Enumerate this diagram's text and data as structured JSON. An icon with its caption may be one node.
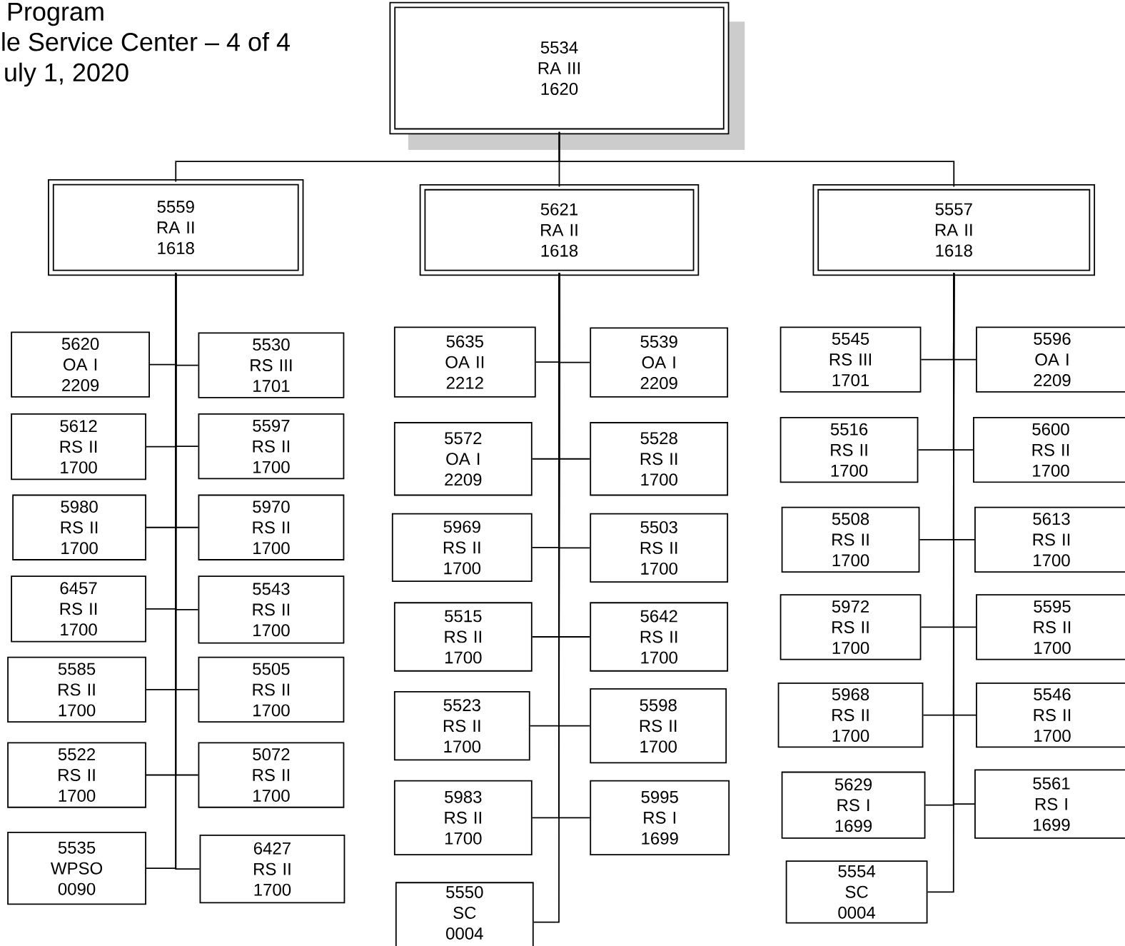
{
  "diagram": {
    "nodes": [
      {
        "text": [
          "5534 RA III 1620"
        ]
      },
      {
        "text": [
          "5559 RA II 1618"
        ]
      },
      {
        "text": [
          "5621 RA II 1618"
        ]
      },
      {
        "text": [
          "5557 RA II 1618"
        ]
      },
      {
        "text": [
          "5620 OA I 2209"
        ]
      },
      {
        "text": [
          "5530 RS III 1701"
        ]
      },
      {
        "text": [
          "5612 RS II 1700"
        ]
      },
      {
        "text": [
          "5597 RS II 1700"
        ]
      },
      {
        "text": [
          "5980 RS II 1700"
        ]
      },
      {
        "text": [
          "5970 RS II 1700"
        ]
      },
      {
        "text": [
          "6457 RS II 1700"
        ]
      },
      {
        "text": [
          "5543 RS II 1700"
        ]
      },
      {
        "text": [
          "5585 RS II 1700"
        ]
      },
      {
        "text": [
          "5505 RS II 1700"
        ]
      },
      {
        "text": [
          "5522 RS II 1700"
        ]
      },
      {
        "text": [
          "5072 RS II 1700"
        ]
      },
      {
        "text": [
          "5535 WPSO 0090"
        ]
      },
      {
        "text": [
          "6427 RS II 1700"
        ]
      },
      {
        "text": [
          "5635 OA II 2212"
        ]
      },
      {
        "text": [
          "5539 OA I 2209"
        ]
      },
      {
        "text": [
          "5572 OA I 2209"
        ]
      },
      {
        "text": [
          "5528 RS II 1700"
        ]
      },
      {
        "text": [
          "5969 RS II 1700"
        ]
      },
      {
        "text": [
          "5503 RS II 1700"
        ]
      },
      {
        "text": [
          "5515 RS II 1700"
        ]
      },
      {
        "text": [
          "5642 RS II 1700"
        ]
      },
      {
        "text": [
          "5523 RS II 1700"
        ]
      },
      {
        "text": [
          "5598 RS II 1700"
        ]
      },
      {
        "text": [
          "5983 RS II 1700"
        ]
      },
      {
        "text": [
          "5995 RS I 1699"
        ]
      },
      {
        "text": [
          "5550 SC 0004"
        ]
      },
      {
        "text": [
          "5545 RS III 1701"
        ]
      },
      {
        "text": [
          "5596 OA I 2209"
        ]
      },
      {
        "text": [
          "5516 RS II 1700"
        ]
      },
      {
        "text": [
          "5600 RS II 1700"
        ]
      },
      {
        "text": [
          "5508 RS II 1700"
        ]
      },
      {
        "text": [
          "5613 RS II 1700"
        ]
      },
      {
        "text": [
          "5972 RS II 1700"
        ]
      },
      {
        "text": [
          "5595 RS II 1700"
        ]
      },
      {
        "text": [
          "5968 RS II 1700"
        ]
      },
      {
        "text": [
          "5546 RS II 1700"
        ]
      },
      {
        "text": [
          "5629 RS I 1699"
        ]
      },
      {
        "text": [
          "5561 RS I 1699"
        ]
      },
      {
        "text": [
          "5554 SC 0004"
        ]
      }
    ],
    "edges": [
      {
        "from": 0,
        "to": 1,
        "arrow": "none"
      },
      {
        "from": 0,
        "to": 2,
        "arrow": "none"
      },
      {
        "from": 0,
        "to": 3,
        "arrow": "none"
      },
      {
        "from": 1,
        "to": 4,
        "arrow": "none"
      },
      {
        "from": 1,
        "to": 5,
        "arrow": "none"
      },
      {
        "from": 1,
        "to": 6,
        "arrow": "none"
      },
      {
        "from": 1,
        "to": 7,
        "arrow": "none"
      },
      {
        "from": 1,
        "to": 8,
        "arrow": "none"
      },
      {
        "from": 1,
        "to": 9,
        "arrow": "none"
      },
      {
        "from": 1,
        "to": 10,
        "arrow": "none"
      },
      {
        "from": 1,
        "to": 11,
        "arrow": "none"
      },
      {
        "from": 1,
        "to": 12,
        "arrow": "none"
      },
      {
        "from": 1,
        "to": 13,
        "arrow": "none"
      },
      {
        "from": 1,
        "to": 14,
        "arrow": "none"
      },
      {
        "from": 1,
        "to": 15,
        "arrow": "none"
      },
      {
        "from": 1,
        "to": 16,
        "arrow": "none"
      },
      {
        "from": 1,
        "to": 17,
        "arrow": "none"
      },
      {
        "from": 2,
        "to": 18,
        "arrow": "none"
      },
      {
        "from": 2,
        "to": 19,
        "arrow": "none"
      },
      {
        "from": 2,
        "to": 20,
        "arrow": "none"
      },
      {
        "from": 2,
        "to": 21,
        "arrow": "none"
      },
      {
        "from": 2,
        "to": 22,
        "arrow": "none"
      },
      {
        "from": 2,
        "to": 23,
        "arrow": "none"
      },
      {
        "from": 2,
        "to": 24,
        "arrow": "none"
      },
      {
        "from": 2,
        "to": 25,
        "arrow": "none"
      },
      {
        "from": 2,
        "to": 26,
        "arrow": "none"
      },
      {
        "from": 2,
        "to": 27,
        "arrow": "none"
      },
      {
        "from": 2,
        "to": 28,
        "arrow": "none"
      },
      {
        "from": 2,
        "to": 29,
        "arrow": "none"
      },
      {
        "from": 2,
        "to": 30,
        "arrow": "none"
      },
      {
        "from": 3,
        "to": 31,
        "arrow": "none"
      },
      {
        "from": 3,
        "to": 32,
        "arrow": "none"
      },
      {
        "from": 3,
        "to": 33,
        "arrow": "none"
      },
      {
        "from": 3,
        "to": 34,
        "arrow": "none"
      },
      {
        "from": 3,
        "to": 35,
        "arrow": "none"
      },
      {
        "from": 3,
        "to": 36,
        "arrow": "none"
      },
      {
        "from": 3,
        "to": 37,
        "arrow": "none"
      },
      {
        "from": 3,
        "to": 38,
        "arrow": "none"
      },
      {
        "from": 3,
        "to": 39,
        "arrow": "none"
      },
      {
        "from": 3,
        "to": 40,
        "arrow": "none"
      },
      {
        "from": 3,
        "to": 41,
        "arrow": "none"
      },
      {
        "from": 3,
        "to": 42,
        "arrow": "none"
      },
      {
        "from": 3,
        "to": 43,
        "arrow": "none"
      }
    ],
    "labels": [
      "Program",
      "le Service Center – 4 of 4",
      "uly 1, 2020"
    ]
  }
}
